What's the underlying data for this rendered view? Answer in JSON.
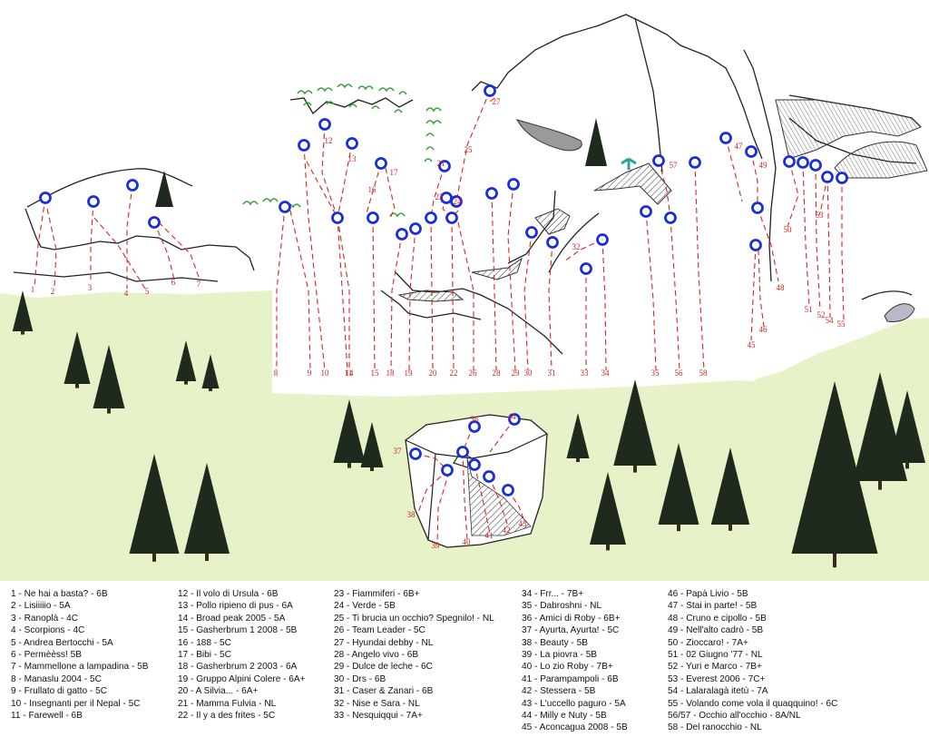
{
  "legend": {
    "col1": [
      "1 - Ne hai a basta? - 6B",
      "2 - Lisiiiiio - 5A",
      "3 - Ranoplà - 4C",
      "4 - Scorpions - 4C",
      "5 - Andrea Bertocchi - 5A",
      "6 - Permèèss! 5B",
      "7 - Mammellone a lampadina - 5B",
      "8 - Manaslu 2004 - 5C",
      "9 - Frullato  di gatto - 5C",
      "10 - Insegnanti per il Nepal - 5C",
      "11 - Farewell - 6B"
    ],
    "col2": [
      "12 - Il volo di Ursula - 6B",
      "13 - Pollo ripieno di pus - 6A",
      "14 - Broad peak 2005 - 5A",
      "15 - Gasherbrum 1 2008 - 5B",
      "16 - 188 - 5C",
      "17 - Bibi - 5C",
      "18 - Gasherbrum 2 2003 - 6A",
      "19 - Gruppo Alpini Colere - 6A+",
      "20 - A Silvia... - 6A+",
      "21 - Mamma Fulvia - NL",
      "22 - Il y a des frites - 5C"
    ],
    "col3": [
      "23 - Fiammiferi - 6B+",
      "24 - Verde - 5B",
      "25 - Ti brucia un occhio? Spegnilo! - NL",
      "26 - Team Leader - 5C",
      "27 - Hyundai debby - NL",
      "28 - Angelo vivo - 6B",
      "29 - Dulce de leche - 6C",
      "30 - Drs - 6B",
      "31 - Caser & Zanari - 6B",
      "32 - Nise e Sara - NL",
      "33 - Nesquiqqui - 7A+"
    ],
    "col4": [
      "34 - Frr... - 7B+",
      "35 - Dabroshni - NL",
      "36 - Amici di Roby - 6B+",
      "37 - Ayurta, Ayurta! - 5C",
      "38 - Beauty - 5B",
      "39 - La piovra - 5B",
      "40 - Lo zio Roby - 7B+",
      "41 - Parampampoli - 6B",
      "42 - Stessera - 5B",
      "43 - L'uccello paguro - 5A",
      "44 - Milly e Nuty - 5B",
      "45 - Aconcagua 2008 - 5B"
    ],
    "col5": [
      "46 - Papà Livio - 5B",
      "47 - Stai in parte! - 5B",
      "48 - Cruno e cipollo - 5B",
      "49 - Nell'alto cadrò - 5B",
      "50 - Zioccaro! - 7A+",
      "51 - 02 Giugno '77 - NL",
      "52 - Yuri e Marco - 7B+",
      "53 - Everest 2006 - 7C+",
      "54 - Lalaralagà itetù - 7A",
      "55 - Volando come vola il quaqquino! - 6C",
      "56/57 - Occhio all'occhio - 8A/NL",
      "58 - Del ranocchio - NL"
    ]
  },
  "route_numbers": [
    "1",
    "2",
    "3",
    "4",
    "5",
    "6",
    "7",
    "8",
    "9",
    "10",
    "11",
    "12",
    "13",
    "14",
    "15",
    "16",
    "17",
    "18",
    "19",
    "20",
    "21",
    "22",
    "23",
    "24",
    "25",
    "26",
    "27",
    "28",
    "29",
    "30",
    "31",
    "32",
    "33",
    "34",
    "35",
    "36",
    "37",
    "38",
    "39",
    "40",
    "41",
    "42",
    "43",
    "44",
    "45",
    "46",
    "47",
    "48",
    "49",
    "50",
    "51",
    "52",
    "53",
    "54",
    "55",
    "56",
    "57",
    "58"
  ],
  "colors": {
    "route_line": "#dd2222",
    "anchor": "#1a2fd6",
    "grass": "#e8f2c8",
    "tree": "#1e2a1e",
    "rock_line": "#222222"
  }
}
